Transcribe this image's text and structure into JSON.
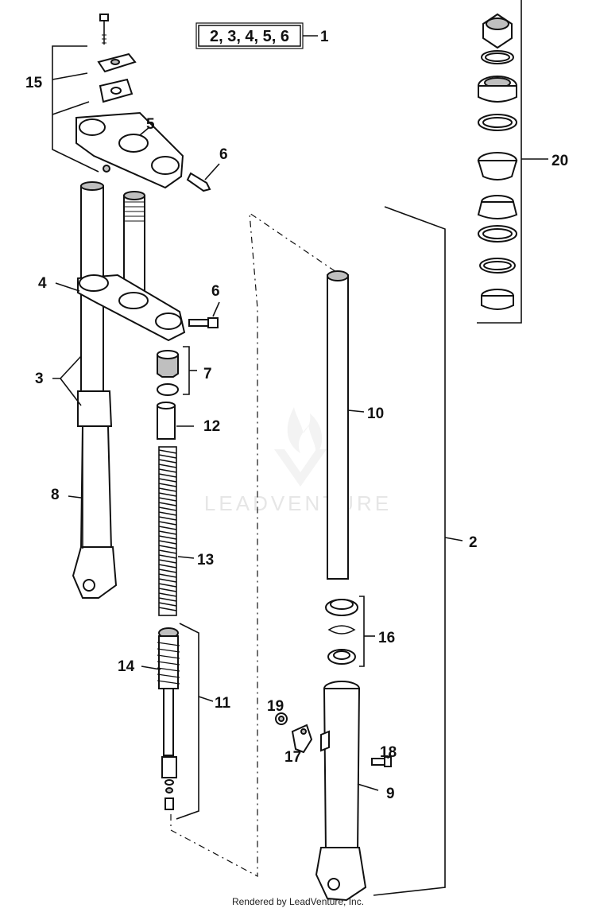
{
  "diagram": {
    "kit_label": "2, 3, 4, 5, 6",
    "callouts": [
      "1",
      "2",
      "3",
      "4",
      "5",
      "6",
      "6",
      "7",
      "8",
      "9",
      "10",
      "11",
      "12",
      "13",
      "14",
      "15",
      "16",
      "17",
      "18",
      "19",
      "20"
    ],
    "watermark": "LEADVENTURE",
    "footer": "Rendered by LeadVenture, Inc."
  }
}
